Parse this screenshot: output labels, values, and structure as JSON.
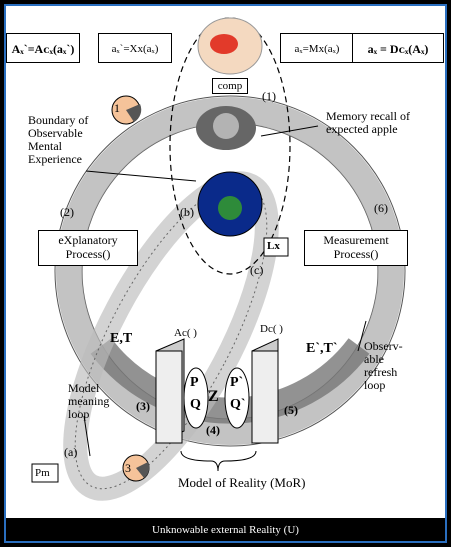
{
  "top_boxes": [
    "Aₓ`=Aᴄₓ(aₓ`)",
    "aₓ`=Xx(aₓ)",
    "aₓ=Mx(aₓ)",
    "aₓ = Dᴄₓ(Aₓ)"
  ],
  "comp_label": "comp",
  "step_labels": {
    "s1": "(1)",
    "s2": "(2)",
    "s3": "(3)",
    "s4": "(4)",
    "s5": "(5)",
    "s6": "(6)",
    "b": "(b)",
    "c": "(c)",
    "a": "(a)"
  },
  "annotations": {
    "boundary": "Boundary of\nObservable\nMental\nExperience",
    "memory": "Memory recall of\nexpected apple",
    "model_loop": "Model\nmeaning\nloop",
    "observable": "Observ-\nable\nrefresh\nloop",
    "mor": "Model of Reality (MoR)"
  },
  "processes": {
    "explanatory_line1": "eXplanatory",
    "explanatory_line2": "Process()",
    "measurement_line1": "Measurement",
    "measurement_line2": "Process()"
  },
  "symbols": {
    "lx": "Lx",
    "pm": "Pm",
    "ac": "Ac( )",
    "dc": "Dc( )",
    "et": "E,T",
    "et2": "E`,T`",
    "p": "P",
    "q": "Q",
    "z": "Z",
    "p2": "P`",
    "q2": "Q`",
    "one": "1",
    "three": "3"
  },
  "footer": "Unknowable external Reality (U)"
}
